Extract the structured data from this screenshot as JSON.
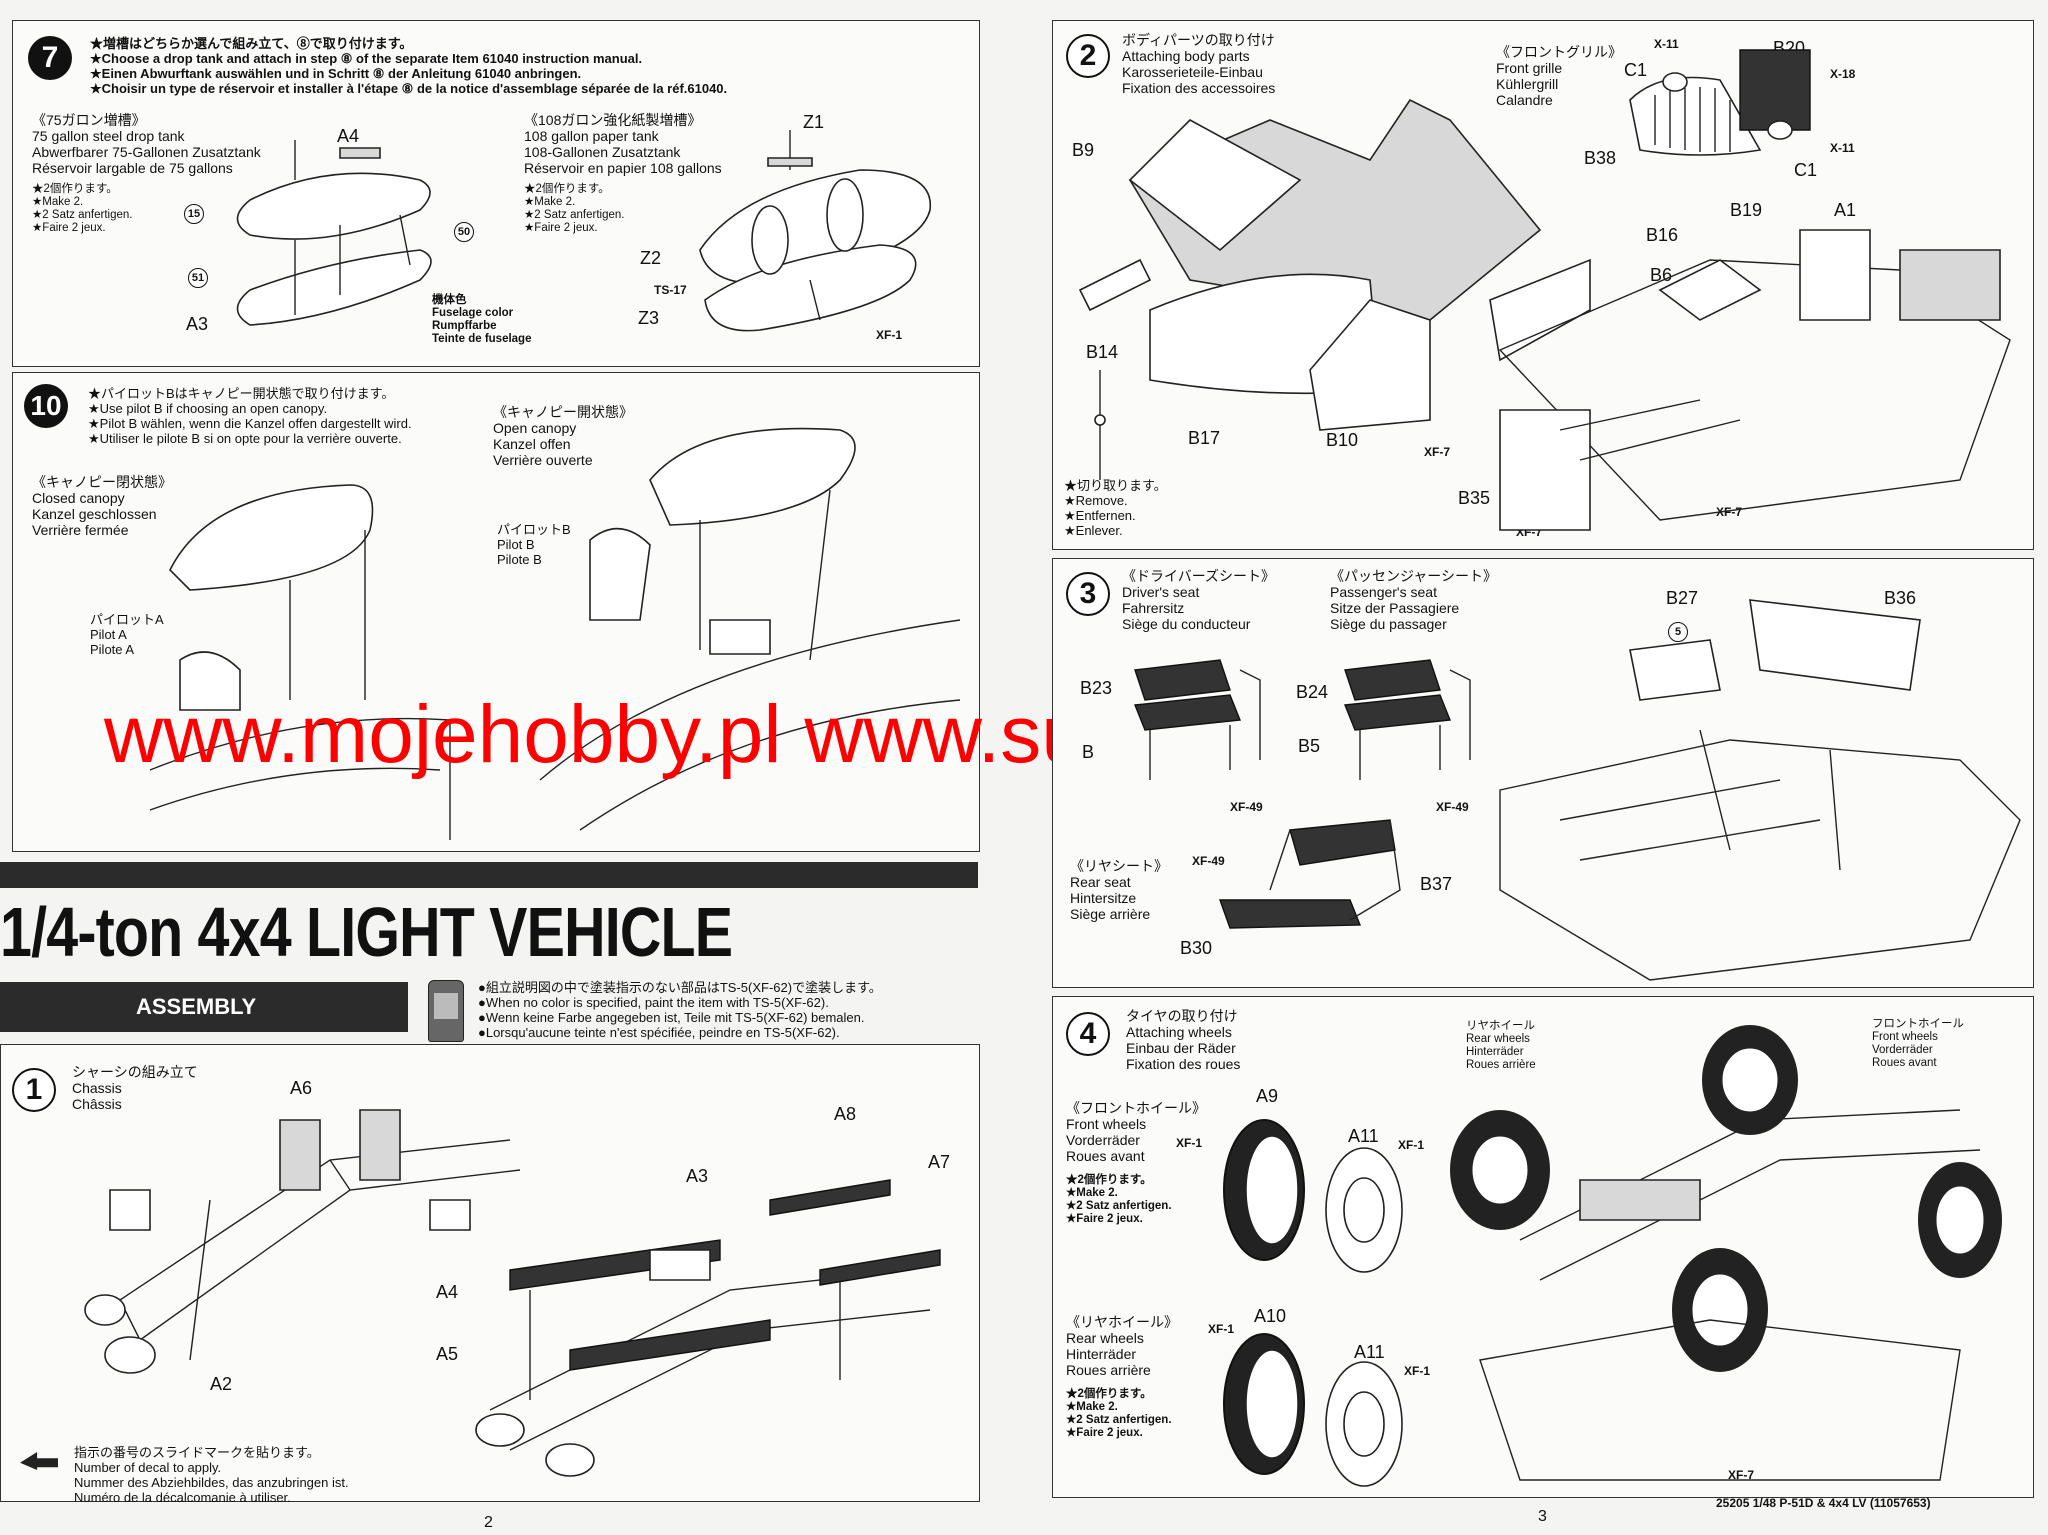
{
  "step7": {
    "number": "7",
    "lines": [
      "★増槽はどちらか選んで組み立て、⑧で取り付けます。",
      "★Choose a drop tank and attach in step ⑧ of the separate Item 61040 instruction manual.",
      "★Einen Abwurftank auswählen und in Schritt ⑧ der Anleitung 61040 anbringen.",
      "★Choisir un type de réservoir et installer à l'étape ⑧ de la notice d'assemblage séparée de la réf.61040."
    ],
    "tank75": [
      "《75ガロン増槽》",
      "75 gallon steel drop tank",
      "Abwerfbarer 75-Gallonen Zusatztank",
      "Réservoir largable de 75 gallons"
    ],
    "tank75_make": [
      "★2個作ります。",
      "★Make 2.",
      "★2 Satz anfertigen.",
      "★Faire 2 jeux."
    ],
    "tank108": [
      "《108ガロン強化紙製増槽》",
      "108 gallon paper tank",
      "108-Gallonen Zusatztank",
      "Réservoir en papier 108 gallons"
    ],
    "tank108_make": [
      "★2個作ります。",
      "★Make 2.",
      "★2 Satz anfertigen.",
      "★Faire 2 jeux."
    ],
    "fuselage_color": [
      "機体色",
      "Fuselage color",
      "Rumpffarbe",
      "Teinte de fuselage"
    ],
    "labels": {
      "a4": "A4",
      "a3": "A3",
      "z1": "Z1",
      "z2": "Z2",
      "z3": "Z3",
      "ts17": "TS-17",
      "xf1": "XF-1",
      "d15": "15",
      "d50": "50",
      "d51": "51"
    }
  },
  "step10": {
    "number": "10",
    "lines": [
      "★パイロットBはキャノピー開状態で取り付けます。",
      "★Use pilot B if choosing an open canopy.",
      "★Pilot B wählen, wenn die Kanzel offen dargestellt wird.",
      "★Utiliser le pilote B si on opte pour la verrière ouverte."
    ],
    "closed": [
      "《キャノピー閉状態》",
      "Closed canopy",
      "Kanzel geschlossen",
      "Verrière fermée"
    ],
    "open": [
      "《キャノピー開状態》",
      "Open canopy",
      "Kanzel offen",
      "Verrière ouverte"
    ],
    "pilot_a": [
      "パイロットA",
      "Pilot A",
      "Pilote A"
    ],
    "pilot_b": [
      "パイロットB",
      "Pilot B",
      "Pilote B"
    ]
  },
  "watermark": "www.mojehobby.pl www.super-hobby.com",
  "main_title": "1/4-ton 4x4 LIGHT VEHICLE",
  "assembly_label": "ASSEMBLY",
  "paint_note": [
    "●組立説明図の中で塗装指示のない部品はTS-5(XF-62)で塗装します。",
    "●When no color is specified, paint the item with TS-5(XF-62).",
    "●Wenn keine Farbe angegeben ist, Teile mit TS-5(XF-62) bemalen.",
    "●Lorsqu'aucune teinte n'est spécifiée, peindre en TS-5(XF-62)."
  ],
  "step1": {
    "number": "1",
    "lines": [
      "シャーシの組み立て",
      "Chassis",
      "Châssis"
    ],
    "labels": {
      "a6": "A6",
      "a2": "A2",
      "a8": "A8",
      "a7": "A7",
      "a3": "A3",
      "a4": "A4",
      "a5": "A5"
    }
  },
  "decal_note": [
    "指示の番号のスライドマークを貼ります。",
    "Number of decal to apply.",
    "Nummer des Abziehbildes, das anzubringen ist.",
    "Numéro de la décalcomanie à utiliser."
  ],
  "step2": {
    "number": "2",
    "lines": [
      "ボディパーツの取り付け",
      "Attaching body parts",
      "Karosserieteile-Einbau",
      "Fixation des accessoires"
    ],
    "grille": [
      "《フロントグリル》",
      "Front grille",
      "Kühlergrill",
      "Calandre"
    ],
    "remove": [
      "★切り取ります。",
      "★Remove.",
      "★Entfernen.",
      "★Enlever."
    ],
    "labels": {
      "b9": "B9",
      "b14": "B14",
      "b17": "B17",
      "b10": "B10",
      "b35": "B35",
      "b38": "B38",
      "c1a": "C1",
      "c1b": "C1",
      "b20": "B20",
      "x11a": "X-11",
      "x18": "X-18",
      "x11b": "X-11",
      "b19": "B19",
      "a1": "A1",
      "b16": "B16",
      "b6": "B6",
      "xf7a": "XF-7",
      "xf7b": "XF-7",
      "xf7c": "XF-7"
    }
  },
  "step3": {
    "number": "3",
    "driver": [
      "《ドライバーズシート》",
      "Driver's seat",
      "Fahrersitz",
      "Siège du conducteur"
    ],
    "passenger": [
      "《パッセンジャーシート》",
      "Passenger's seat",
      "Sitze der Passagiere",
      "Siège du passager"
    ],
    "rear": [
      "《リヤシート》",
      "Rear seat",
      "Hintersitze",
      "Siège arrière"
    ],
    "labels": {
      "b23": "B23",
      "b24": "B24",
      "b27": "B27",
      "b36": "B36",
      "b37": "B37",
      "b30": "B30",
      "xf49a": "XF-49",
      "xf49b": "XF-49",
      "xf49c": "XF-49",
      "d5": "5",
      "b4": "B",
      "b5": "B5"
    }
  },
  "step4": {
    "number": "4",
    "lines": [
      "タイヤの取り付け",
      "Attaching wheels",
      "Einbau der Räder",
      "Fixation des roues"
    ],
    "front": [
      "《フロントホイール》",
      "Front wheels",
      "Vorderräder",
      "Roues avant"
    ],
    "front_make": [
      "★2個作ります。",
      "★Make 2.",
      "★2 Satz anfertigen.",
      "★Faire 2 jeux."
    ],
    "rear": [
      "《リヤホイール》",
      "Rear wheels",
      "Hinterräder",
      "Roues arrière"
    ],
    "rear_make": [
      "★2個作ります。",
      "★Make 2.",
      "★2 Satz anfertigen.",
      "★Faire 2 jeux."
    ],
    "rear_callout": [
      "リヤホイール",
      "Rear wheels",
      "Hinterräder",
      "Roues arrière"
    ],
    "front_callout": [
      "フロントホイール",
      "Front wheels",
      "Vorderräder",
      "Roues avant"
    ],
    "labels": {
      "a9": "A9",
      "a11a": "A11",
      "a10": "A10",
      "a11b": "A11",
      "xf1a": "XF-1",
      "xf1b": "XF-1",
      "xf1c": "XF-1",
      "xf1d": "XF-1",
      "xf7": "XF-7"
    }
  },
  "footer": {
    "page_left": "2",
    "page_right": "3",
    "code": "25205 1/48 P-51D & 4x4 LV (11057653)"
  }
}
